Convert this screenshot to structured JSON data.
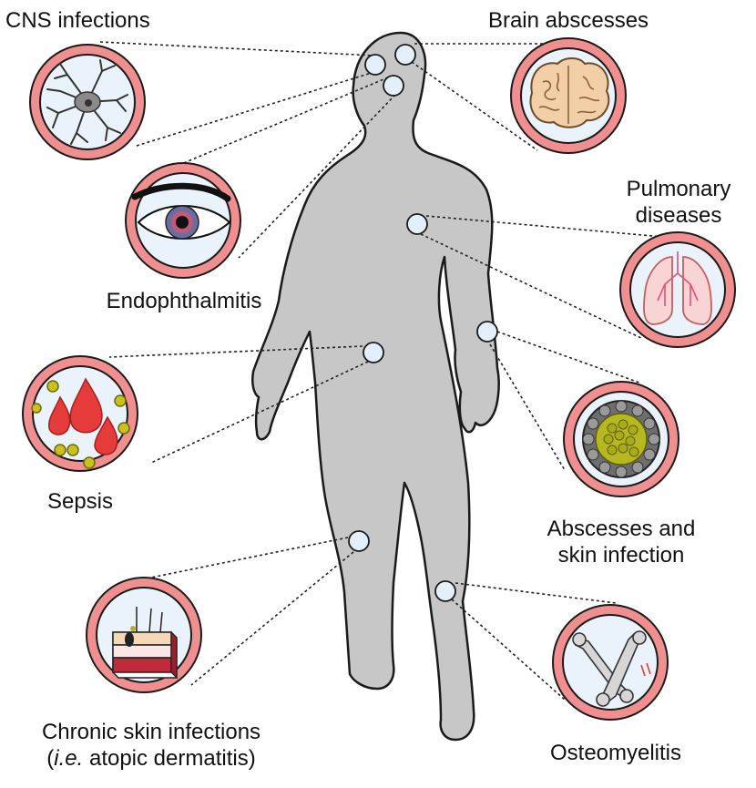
{
  "colors": {
    "body_fill": "#c7c7c7",
    "body_stroke": "#1a1a1a",
    "ring": "#ef8f8f",
    "ring_fill": "#eaf3fb",
    "marker_fill": "#e3effb",
    "connector": "#222222"
  },
  "labels": {
    "cns": "CNS infections",
    "brain": "Brain abscesses",
    "pulmonary_1": "Pulmonary",
    "pulmonary_2": "diseases",
    "endophthalmitis": "Endophthalmitis",
    "sepsis": "Sepsis",
    "abscesses_1": "Abscesses and",
    "abscesses_2": "skin infection",
    "chronic_1": "Chronic skin infections",
    "chronic_2_italic": "i.e.",
    "chronic_2_rest": " atopic dermatitis)",
    "chronic_2_open": "(",
    "osteomyelitis": "Osteomyelitis"
  },
  "icons": [
    "neuron-icon",
    "brain-icon",
    "eye-icon",
    "lungs-icon",
    "blood-drops-icon",
    "abscess-icon",
    "skin-layers-icon",
    "bones-icon"
  ]
}
